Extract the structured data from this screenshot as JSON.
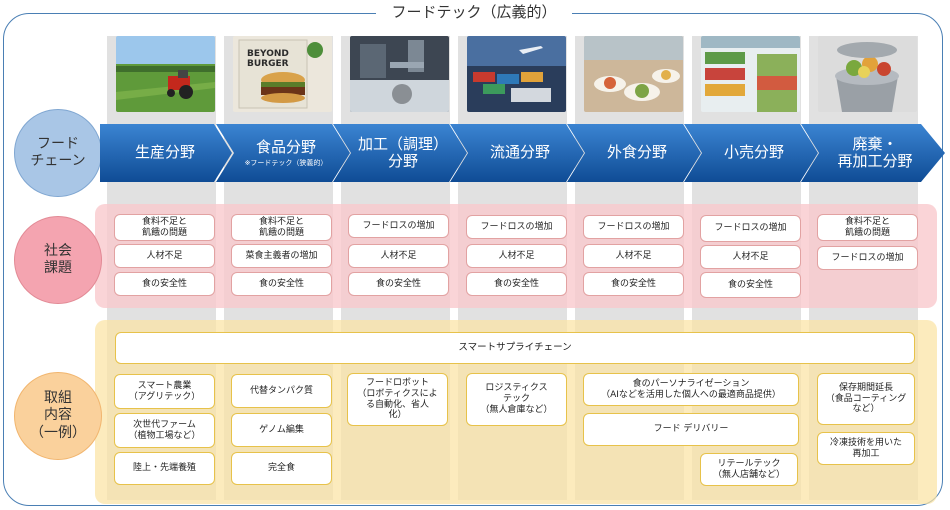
{
  "title": "フードテック（広義的）",
  "rows": {
    "food_chain": [
      "フード",
      "チェーン"
    ],
    "social_issues": [
      "社会",
      "課題"
    ],
    "initiatives": [
      "取組",
      "内容",
      "（一例）"
    ]
  },
  "stages": [
    {
      "name": "生産分野",
      "photo": "tractor-farm-photo"
    },
    {
      "name": "食品分野",
      "sub": "※フードテック（狭義的）",
      "photo": "beyond-burger-photo"
    },
    {
      "name": "加工（調理）\n分野",
      "photo": "cooking-robot-photo"
    },
    {
      "name": "流通分野",
      "photo": "logistics-photo"
    },
    {
      "name": "外食分野",
      "photo": "restaurant-photo"
    },
    {
      "name": "小売分野",
      "photo": "supermarket-photo"
    },
    {
      "name": "廃棄・\n再加工分野",
      "photo": "food-waste-photo"
    }
  ],
  "social_issues": [
    [
      "食料不足と\n飢餓の問題",
      "人材不足",
      "食の安全性"
    ],
    [
      "食料不足と\n飢餓の問題",
      "菜食主義者の増加",
      "食の安全性"
    ],
    [
      "フードロスの増加",
      "人材不足",
      "食の安全性"
    ],
    [
      "フードロスの増加",
      "人材不足",
      "食の安全性"
    ],
    [
      "フードロスの増加",
      "人材不足",
      "食の安全性"
    ],
    [
      "フードロスの増加",
      "人材不足",
      "食の安全性"
    ],
    [
      "食料不足と\n飢餓の問題",
      "フードロスの増加"
    ]
  ],
  "initiatives": {
    "smart_supply_chain": "スマートサプライチェーン",
    "production": [
      "スマート農業\n（アグリテック）",
      "次世代ファーム\n（植物工場など）",
      "陸上・先端養殖"
    ],
    "food": [
      "代替タンパク質",
      "ゲノム編集",
      "完全食"
    ],
    "processing": "フードロボット\n（ロボティクスによ\nる自動化、省人\n化）",
    "distribution": "ロジスティクス\nテック\n（無人倉庫など）",
    "personalization": "食のパーソナライゼーション\n（AIなどを活用した個人への最適商品提供）",
    "food_delivery": "フード デリバリー",
    "retail_tech": "リテールテック\n（無人店舗など）",
    "disposal": [
      "保存期間延長\n（食品コーティング\nなど）",
      "冷凍技術を用いた\n再加工"
    ]
  }
}
